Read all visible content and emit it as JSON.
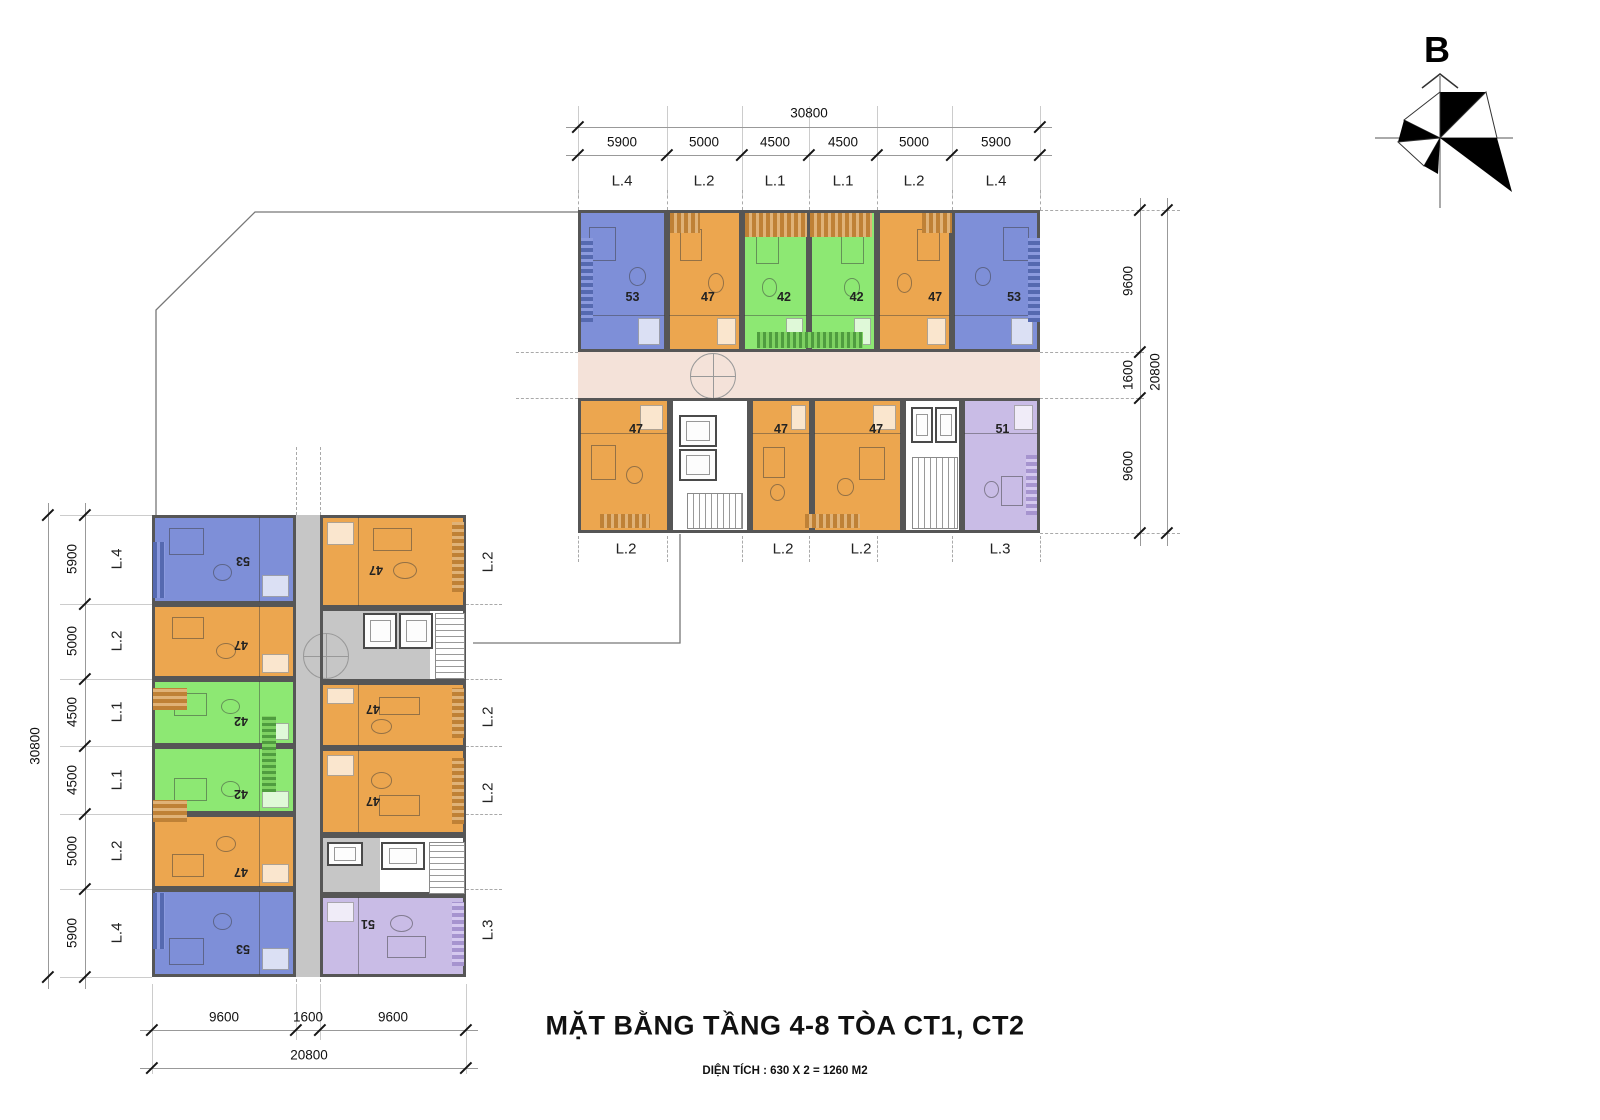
{
  "title": {
    "main": "MẶT BẰNG TẦNG 4-8 TÒA CT1, CT2",
    "sub": "DIỆN TÍCH : 630 X 2 = 1260 M2"
  },
  "compass": {
    "label": "B"
  },
  "palette": {
    "blue": "#7e8fd8",
    "orange": "#eca64f",
    "green": "#8de873",
    "purple": "#c9bce6",
    "pink": "#f4e2d9",
    "cgray": "#c6c6c6",
    "wall": "#565656",
    "balc_blue": "#5569b0",
    "balc_orange": "#bf8136",
    "balc_green": "#4f9c3f",
    "balc_purple": "#a694cf"
  },
  "tower_ct2": {
    "name": "CT2",
    "overall_width": "30800",
    "overall_depth": "20800",
    "bay_widths": [
      "5900",
      "5000",
      "4500",
      "4500",
      "5000",
      "5900"
    ],
    "axes_top": [
      "L.4",
      "L.2",
      "L.1",
      "L.1",
      "L.2",
      "L.4"
    ],
    "depth_dims": [
      "9600",
      "1600",
      "9600"
    ],
    "axes_bottom": [
      "L.2",
      "L.2",
      "L.2",
      "L.3"
    ],
    "units_top": [
      {
        "area": "53"
      },
      {
        "area": "47"
      },
      {
        "area": "42"
      },
      {
        "area": "42"
      },
      {
        "area": "47"
      },
      {
        "area": "53"
      }
    ],
    "units_bottom": [
      {
        "area": "47"
      },
      {
        "area": "47"
      },
      {
        "area": "47"
      },
      {
        "area": "51"
      }
    ]
  },
  "tower_ct1": {
    "name": "CT1",
    "overall_height": "30800",
    "overall_width": "20800",
    "bay_heights": [
      "5900",
      "5000",
      "4500",
      "4500",
      "5000",
      "5900"
    ],
    "axes_left": [
      "L.4",
      "L.2",
      "L.1",
      "L.1",
      "L.2",
      "L.4"
    ],
    "width_dims": [
      "9600",
      "1600",
      "9600"
    ],
    "axes_right": [
      "L.2",
      "L.2",
      "L.2",
      "L.3"
    ],
    "units_left": [
      {
        "area": "53"
      },
      {
        "area": "47"
      },
      {
        "area": "42"
      },
      {
        "area": "42"
      },
      {
        "area": "47"
      },
      {
        "area": "53"
      }
    ],
    "units_right": [
      {
        "area": "47"
      },
      {
        "area": "47"
      },
      {
        "area": "47"
      },
      {
        "area": "51"
      }
    ]
  }
}
